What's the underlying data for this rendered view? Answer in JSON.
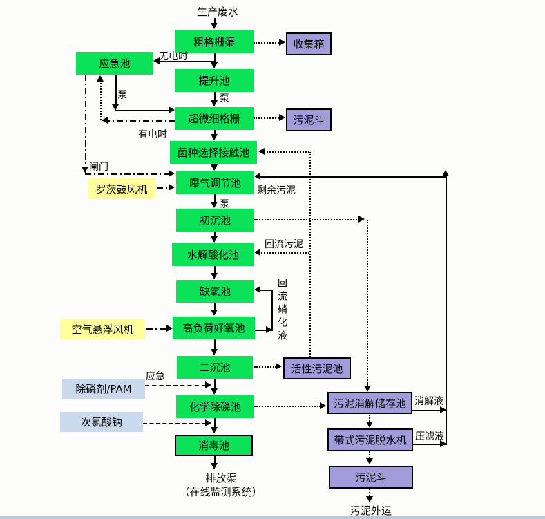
{
  "nodes": {
    "production_wastewater": {
      "label": "生产废水",
      "type": "io-text"
    },
    "coarse_screen_channel": {
      "label": "粗格栅渠",
      "type": "process"
    },
    "collection_box": {
      "label": "收集箱",
      "type": "storage"
    },
    "emergency_pool": {
      "label": "应急池",
      "type": "process"
    },
    "lift_pool": {
      "label": "提升池",
      "type": "process"
    },
    "ultrafine_screen": {
      "label": "超微细格栅",
      "type": "process"
    },
    "sludge_hopper_top": {
      "label": "污泥斗",
      "type": "storage"
    },
    "strain_selection_contact_pool": {
      "label": "菌种选择接触池",
      "type": "process"
    },
    "aeration_regulation_pool": {
      "label": "曝气调节池",
      "type": "process"
    },
    "roots_blower": {
      "label": "罗茨鼓风机",
      "type": "equipment"
    },
    "primary_sedimentation_pool": {
      "label": "初沉池",
      "type": "process"
    },
    "hydrolysis_acidification_pool": {
      "label": "水解酸化池",
      "type": "process"
    },
    "anoxic_pool": {
      "label": "缺氧池",
      "type": "process"
    },
    "high_load_aerobic_pool": {
      "label": "高负荷好氧池",
      "type": "process"
    },
    "air_suspension_blower": {
      "label": "空气悬浮风机",
      "type": "equipment"
    },
    "secondary_sedimentation_pool": {
      "label": "二沉池",
      "type": "process"
    },
    "activated_sludge_pool": {
      "label": "活性污泥池",
      "type": "storage"
    },
    "phosphorus_removal_agent": {
      "label": "除磷剂/PAM",
      "type": "chemical"
    },
    "chemical_phosphorus_removal_pool": {
      "label": "化学除磷池",
      "type": "process"
    },
    "sodium_hypochlorite": {
      "label": "次氯酸钠",
      "type": "chemical"
    },
    "disinfection_pool": {
      "label": "消毒池",
      "type": "process"
    },
    "discharge_channel": {
      "label": "排放渠",
      "type": "io-text"
    },
    "online_monitoring_system": {
      "label": "（在线监测系统）",
      "type": "io-text"
    },
    "sludge_digestion_storage_pool": {
      "label": "污泥消解储存池",
      "type": "storage"
    },
    "belt_sludge_dewatering_machine": {
      "label": "带式污泥脱水机",
      "type": "storage"
    },
    "sludge_hopper_bottom": {
      "label": "污泥斗",
      "type": "storage"
    },
    "sludge_transport_out": {
      "label": "污泥外运",
      "type": "io-text"
    }
  },
  "edge_labels": {
    "no_power": "无电时",
    "pump": "泵",
    "powered": "有电时",
    "gate": "闸门",
    "excess_sludge": "剩余污泥",
    "return_sludge": "回流污泥",
    "return_nitrification_liquid": "回流硝化液",
    "emergency": "应急",
    "digestion_liquid": "消解液",
    "press_filtrate": "压滤液"
  },
  "colors": {
    "process_green": "#0ce257",
    "storage_purple": "#a29dda",
    "equipment_yellow": "#ffff9c",
    "chemical_blue": "#cbd9ed",
    "line_black": "#000000",
    "bottom_strip_blue": "#b7c7e3"
  }
}
